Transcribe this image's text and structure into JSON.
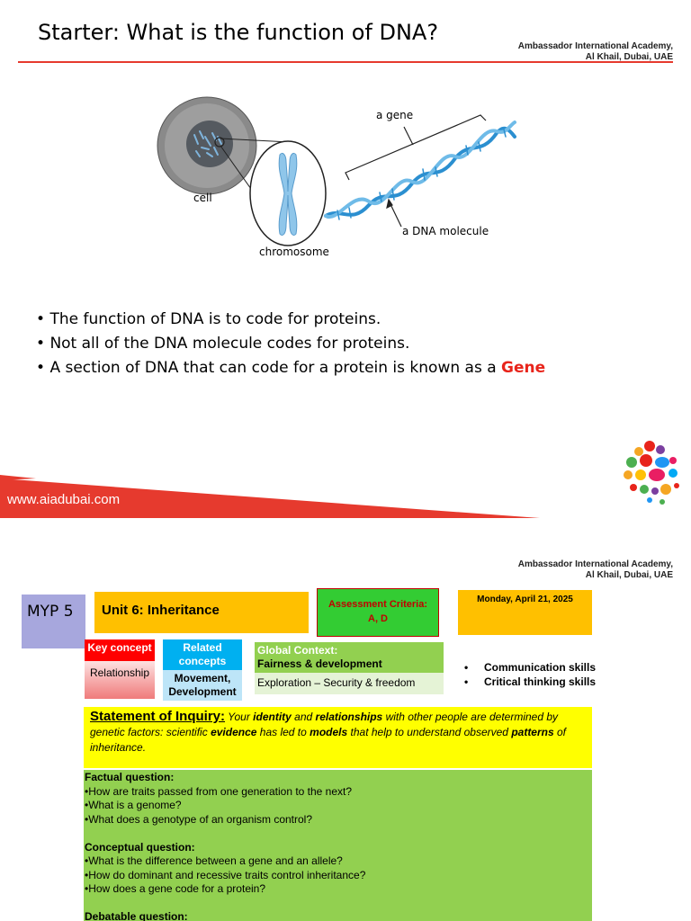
{
  "slide1": {
    "title": "Starter: What is the function of DNA?",
    "school_line1": "Ambassador International Academy,",
    "school_line2": "Al Khail, Dubai, UAE",
    "diagram": {
      "cell_label": "cell",
      "chromosome_label": "chromosome",
      "gene_label": "a gene",
      "dna_label": "a DNA molecule"
    },
    "bullets": [
      "The function of DNA is to code for proteins.",
      "Not all of the DNA molecule codes for proteins.",
      "A section of DNA that can code for a protein is known as a "
    ],
    "highlight_word": "Gene",
    "website": "www.aiadubai.com",
    "colors": {
      "accent_red": "#e63a2e",
      "gene_red": "#e8241b"
    }
  },
  "slide2": {
    "school_line1": "Ambassador International Academy,",
    "school_line2": "Al Khail, Dubai, UAE",
    "myp_label": "MYP 5",
    "unit_title": "Unit 6: Inheritance",
    "assessment_heading": "Assessment Criteria:",
    "assessment_value": "A, D",
    "date": "Monday, April 21, 2025",
    "key_concept_heading": "Key concept",
    "key_concept_value": "Relationship",
    "related_concepts_heading": "Related concepts",
    "related_concepts_value": "Movement, Development",
    "global_context_heading": "Global Context:",
    "global_context_theme": "Fairness & development",
    "global_context_exploration": "Exploration – Security & freedom",
    "skills": [
      "Communication skills",
      "Critical thinking skills"
    ],
    "statement_label": "Statement of Inquiry:",
    "statement_parts": [
      "Your ",
      "identity",
      " and ",
      "relationships",
      " with other people are determined by genetic factors: scientific ",
      "evidence",
      " has led to ",
      "models",
      " that help to understand observed ",
      "patterns",
      " of inheritance."
    ],
    "factual_heading": "Factual question:",
    "factual_questions": [
      "•How are traits passed from one generation to the next?",
      "•What is a genome?",
      "•What does a genotype of an organism control?"
    ],
    "conceptual_heading": "Conceptual question:",
    "conceptual_questions": [
      "•What is the difference between a gene and an allele?",
      "•How do dominant and recessive traits control inheritance?",
      "•How does a gene code for a protein?"
    ],
    "debatable_heading": "Debatable question:",
    "colors": {
      "unit_bg": "#ffc000",
      "criteria_bg": "#33cc33",
      "key_concept_red": "#ff0000",
      "related_blue": "#00b0f0",
      "global_green": "#92d050",
      "soi_yellow": "#ffff00",
      "questions_green": "#92d050"
    }
  }
}
